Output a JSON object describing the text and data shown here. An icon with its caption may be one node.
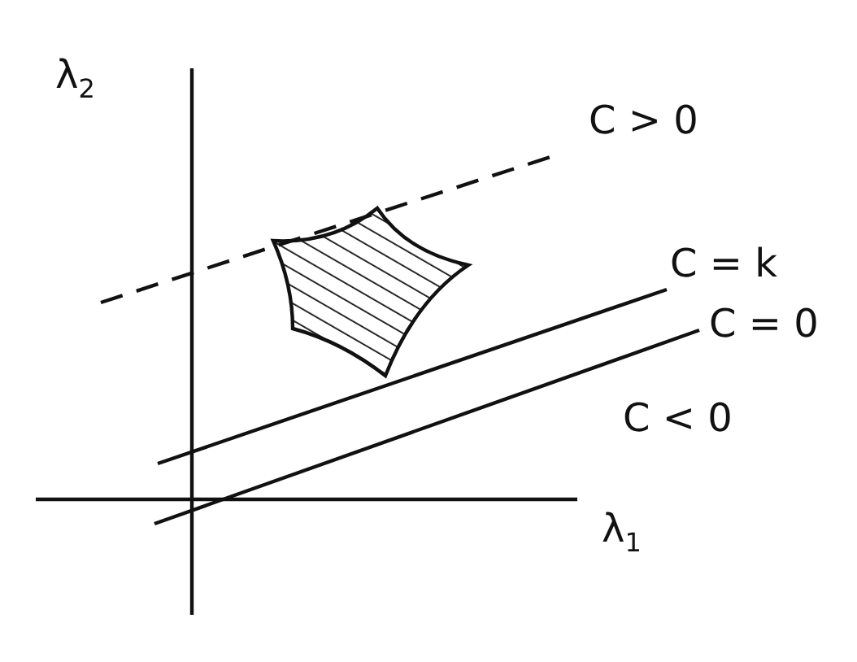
{
  "diagram": {
    "labels": [
      "λ$_{2}$",
      "C > 0",
      "C = k",
      "C = 0",
      "C < 0",
      "λ$_{1}$"
    ]
  }
}
